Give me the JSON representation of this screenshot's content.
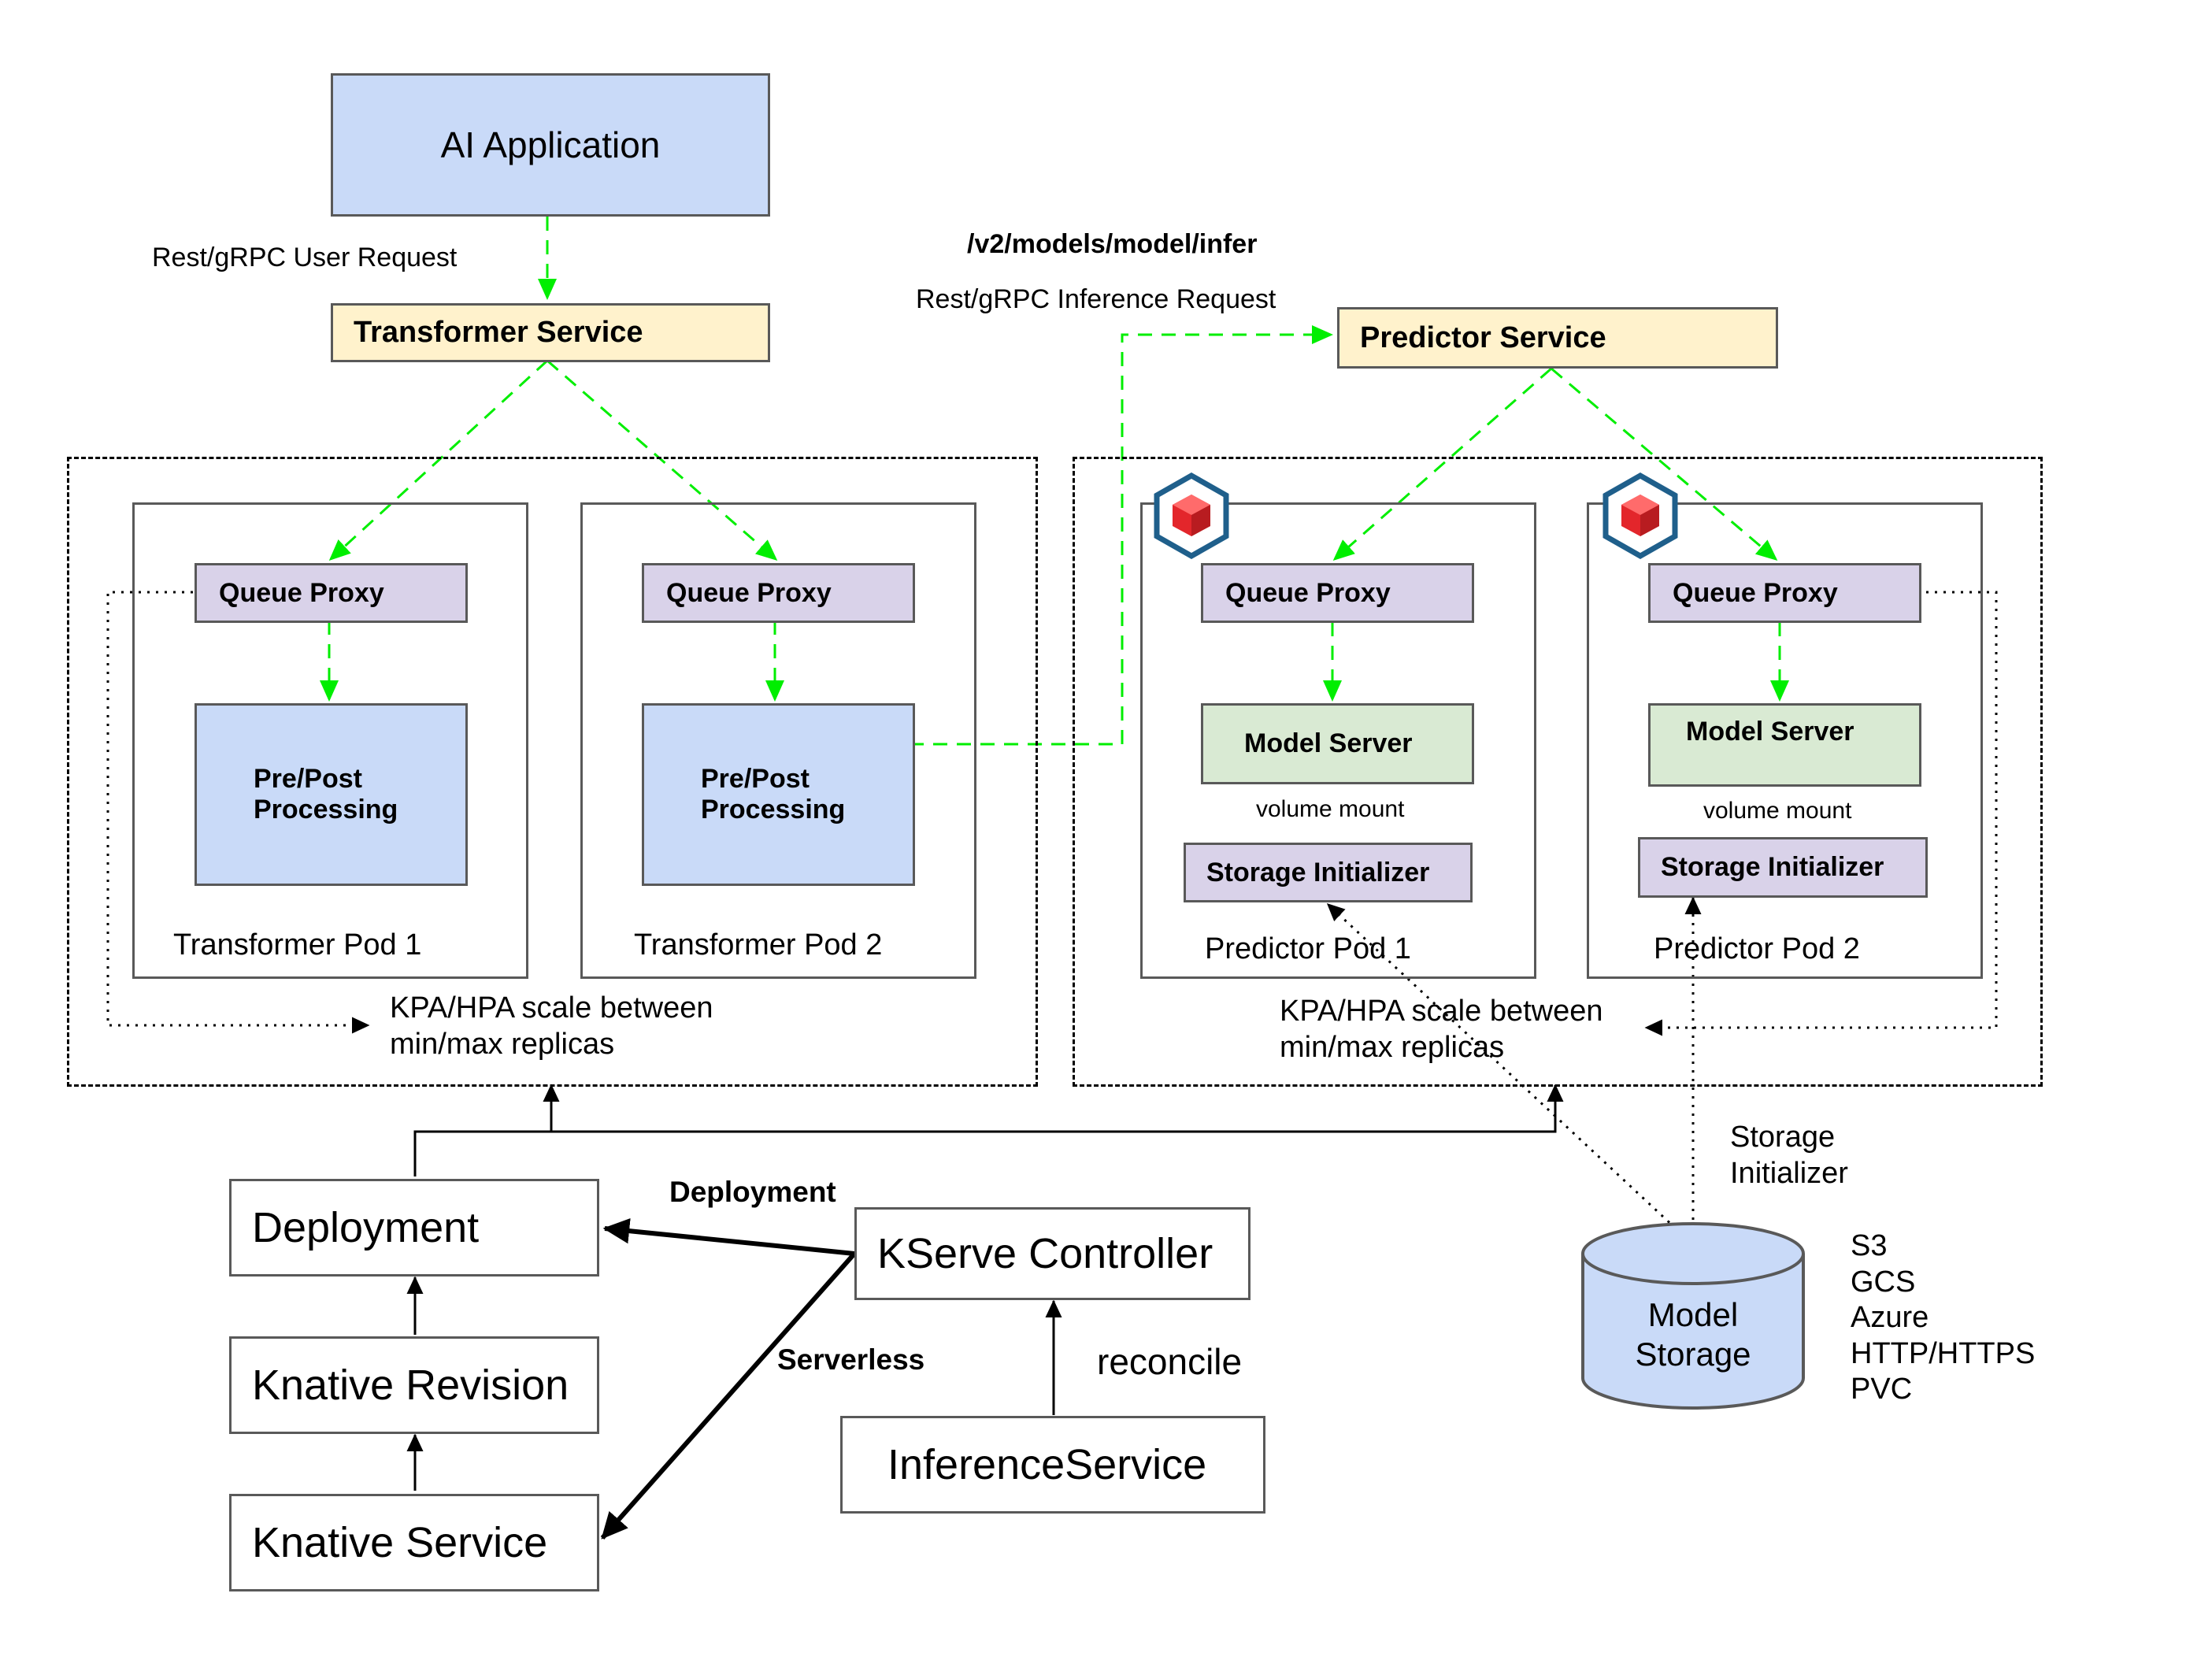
{
  "ai_application": "AI Application",
  "rest_user_request": "Rest/gRPC User Request",
  "transformer_service": "Transformer Service",
  "infer_path": "/v2/models/model/infer",
  "rest_inference_request": "Rest/gRPC Inference Request",
  "predictor_service": "Predictor Service",
  "transformer_pods": [
    {
      "queue_proxy": "Queue Proxy",
      "processing": "Pre/Post\nProcessing",
      "label": "Transformer Pod 1"
    },
    {
      "queue_proxy": "Queue Proxy",
      "processing": "Pre/Post\nProcessing",
      "label": "Transformer Pod 2"
    }
  ],
  "predictor_pods": [
    {
      "queue_proxy": "Queue Proxy",
      "model_server": "Model Server",
      "volume_mount": "volume mount",
      "storage_initializer": "Storage Initializer",
      "label": "Predictor Pod 1"
    },
    {
      "queue_proxy": "Queue Proxy",
      "model_server": "Model Server",
      "volume_mount": "volume mount",
      "storage_initializer": "Storage Initializer",
      "label": "Predictor Pod 2"
    }
  ],
  "scale_note_left": "KPA/HPA scale between\nmin/max replicas",
  "scale_note_right": "KPA/HPA scale between\nmin/max replicas",
  "deployment": "Deployment",
  "knative_revision": "Knative Revision",
  "knative_service": "Knative Service",
  "kserve_controller": "KServe Controller",
  "inference_service": "InferenceService",
  "edge_deployment": "Deployment",
  "edge_serverless": "Serverless",
  "edge_reconcile": "reconcile",
  "storage_initializer_note": "Storage\nInitializer",
  "model_storage": "Model\nStorage",
  "storage_backends": [
    "S3",
    "GCS",
    "Azure",
    "HTTP/HTTPS",
    "PVC"
  ],
  "colors": {
    "green_arrow": "#00ee00",
    "blue_box": "#c9daf8",
    "yellow_box": "#fff2cc",
    "purple_box": "#d9d2e9",
    "green_box": "#d9ead3",
    "kserve_icon_red": "#e3262b",
    "kserve_icon_ring": "#1f5f8b"
  }
}
